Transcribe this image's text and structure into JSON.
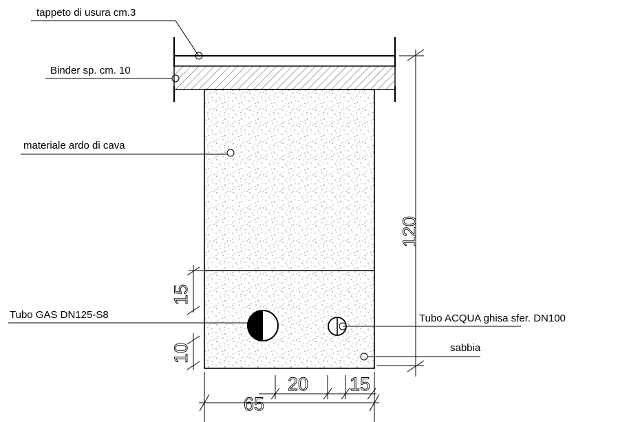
{
  "labels": {
    "tappeto": "tappeto di usura cm.3",
    "binder": "Binder sp. cm. 10",
    "materiale": "materiale ardo di cava",
    "gas": "Tubo GAS DN125-S8",
    "acqua": "Tubo ACQUA ghisa sfer. DN100",
    "sabbia": "sabbia"
  },
  "dimensions": {
    "total_height": "120",
    "upper_offset": "15",
    "bottom_offset": "10",
    "total_width": "65",
    "pipe_spacing": "20",
    "right_offset": "15"
  }
}
